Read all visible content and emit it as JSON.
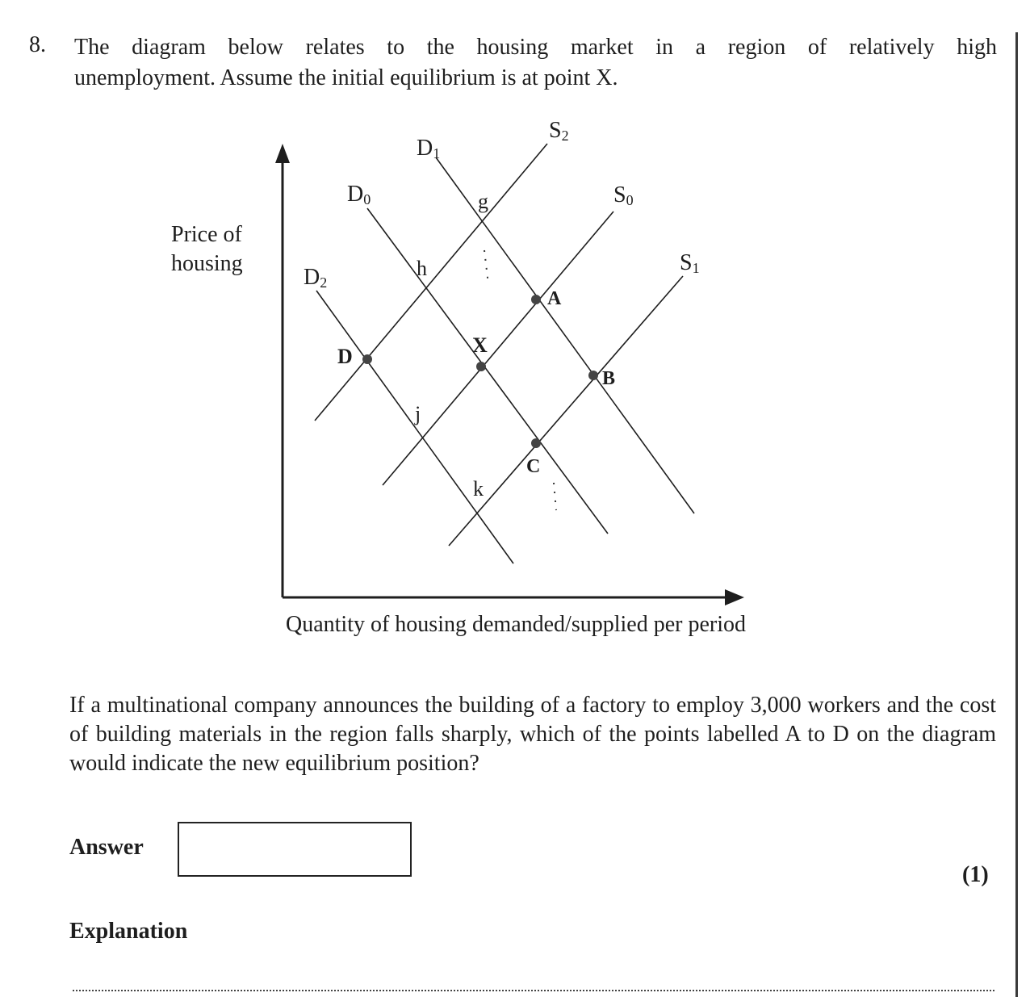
{
  "question": {
    "number": "8.",
    "text_line1": "The diagram below relates to the housing market in a region of relatively high",
    "text_line2": "unemployment. Assume the initial equilibrium is at point X."
  },
  "diagram": {
    "y_axis_label_line1": "Price of",
    "y_axis_label_line2": "housing",
    "x_axis_label": "Quantity of housing demanded/supplied per period",
    "curves": {
      "D0": {
        "letter": "D",
        "sub": "0"
      },
      "D1": {
        "letter": "D",
        "sub": "1"
      },
      "D2": {
        "letter": "D",
        "sub": "2"
      },
      "S0": {
        "letter": "S",
        "sub": "0"
      },
      "S1": {
        "letter": "S",
        "sub": "1"
      },
      "S2": {
        "letter": "S",
        "sub": "2"
      }
    },
    "intersection_labels": {
      "g": "g",
      "h": "h",
      "j": "j",
      "k": "k"
    },
    "points": {
      "A": "A",
      "B": "B",
      "C": "C",
      "D": "D",
      "X": "X"
    },
    "line_color": "#1e1e1e"
  },
  "question_body": "If a multinational company announces the building of a factory to employ 3,000 workers and the cost of building materials in the region falls sharply, which of the points labelled A to D on the diagram would indicate the new equilibrium position?",
  "answer": {
    "label": "Answer",
    "value": "",
    "marks": "(1)"
  },
  "explanation": {
    "label": "Explanation"
  }
}
